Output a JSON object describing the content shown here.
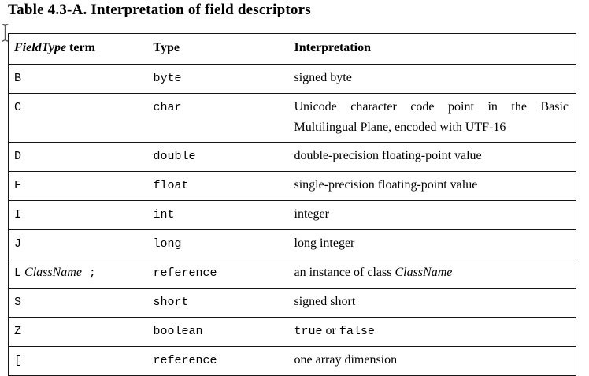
{
  "page": {
    "background_color": "#ffffff",
    "text_color": "#000000",
    "border_color": "#151515"
  },
  "title": "Table 4.3-A. Interpretation of field descriptors",
  "cursor": {
    "icon": "text-ibeam-cursor"
  },
  "table": {
    "header": {
      "col1_parts": [
        {
          "t": "FieldType",
          "s": "bold-italic-serif"
        },
        {
          "t": " term",
          "s": "bold-serif"
        }
      ],
      "col2": "Type",
      "col3": "Interpretation"
    },
    "rows": [
      {
        "term": [
          {
            "t": "B",
            "s": "mono"
          }
        ],
        "type": "byte",
        "interp": [
          {
            "t": "signed byte",
            "s": "serif"
          }
        ]
      },
      {
        "term": [
          {
            "t": "C",
            "s": "mono"
          }
        ],
        "type": "char",
        "interp": [
          {
            "t": "Unicode character code point in the Basic Multilingual Plane, encoded with UTF-16",
            "s": "serif"
          }
        ]
      },
      {
        "term": [
          {
            "t": "D",
            "s": "mono"
          }
        ],
        "type": "double",
        "interp": [
          {
            "t": "double-precision floating-point value",
            "s": "serif"
          }
        ]
      },
      {
        "term": [
          {
            "t": "F",
            "s": "mono"
          }
        ],
        "type": "float",
        "interp": [
          {
            "t": "single-precision floating-point value",
            "s": "serif"
          }
        ]
      },
      {
        "term": [
          {
            "t": "I",
            "s": "mono"
          }
        ],
        "type": "int",
        "interp": [
          {
            "t": "integer",
            "s": "serif"
          }
        ]
      },
      {
        "term": [
          {
            "t": "J",
            "s": "mono"
          }
        ],
        "type": "long",
        "interp": [
          {
            "t": "long integer",
            "s": "serif"
          }
        ]
      },
      {
        "term": [
          {
            "t": "L",
            "s": "mono"
          },
          {
            "t": " ClassName",
            "s": "italic-serif"
          },
          {
            "t": " ;",
            "s": "mono"
          }
        ],
        "type": "reference",
        "interp": [
          {
            "t": "an instance of class ",
            "s": "serif"
          },
          {
            "t": "ClassName",
            "s": "italic-serif"
          }
        ]
      },
      {
        "term": [
          {
            "t": "S",
            "s": "mono"
          }
        ],
        "type": "short",
        "interp": [
          {
            "t": "signed short",
            "s": "serif"
          }
        ]
      },
      {
        "term": [
          {
            "t": "Z",
            "s": "mono"
          }
        ],
        "type": "boolean",
        "interp": [
          {
            "t": "true",
            "s": "mono"
          },
          {
            "t": " or ",
            "s": "serif"
          },
          {
            "t": "false",
            "s": "mono"
          }
        ]
      },
      {
        "term": [
          {
            "t": "[",
            "s": "mono"
          }
        ],
        "type": "reference",
        "interp": [
          {
            "t": "one array dimension",
            "s": "serif"
          }
        ]
      }
    ]
  }
}
